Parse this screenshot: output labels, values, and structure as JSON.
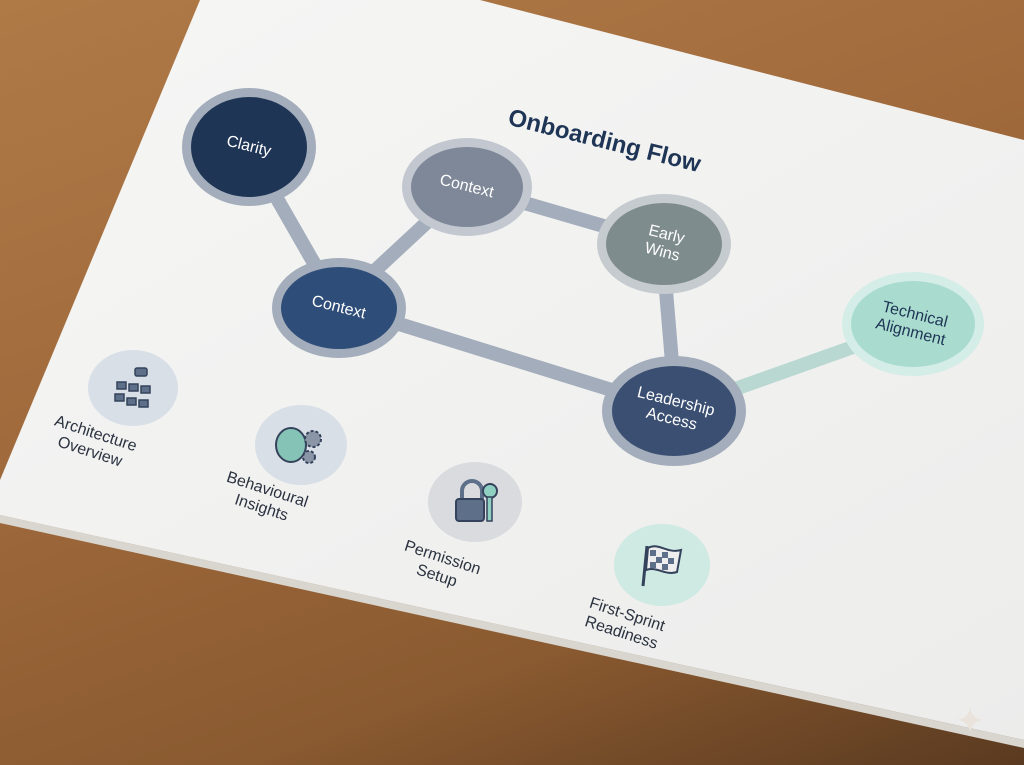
{
  "title": "Onboarding Flow",
  "nodes": [
    {
      "label": "Clarity",
      "color": "#1f3556"
    },
    {
      "label": "Context",
      "color": "#7e8898"
    },
    {
      "label": "Early\nWins",
      "color": "#7f8c8e"
    },
    {
      "label": "Context",
      "color": "#2e4d78"
    },
    {
      "label": "Technical\nAlignment",
      "color": "#a9dccf"
    },
    {
      "label": "Leadership\nAccess",
      "color": "#3b4f72"
    }
  ],
  "steps": [
    {
      "label": "Architecture\nOverview",
      "icon": "org-chart-icon"
    },
    {
      "label": "Behavioural\nInsights",
      "icon": "brain-gears-icon"
    },
    {
      "label": "Permission\nSetup",
      "icon": "lock-key-icon"
    },
    {
      "label": "First-Sprint\nReadiness",
      "icon": "checkered-flag-icon"
    }
  ]
}
